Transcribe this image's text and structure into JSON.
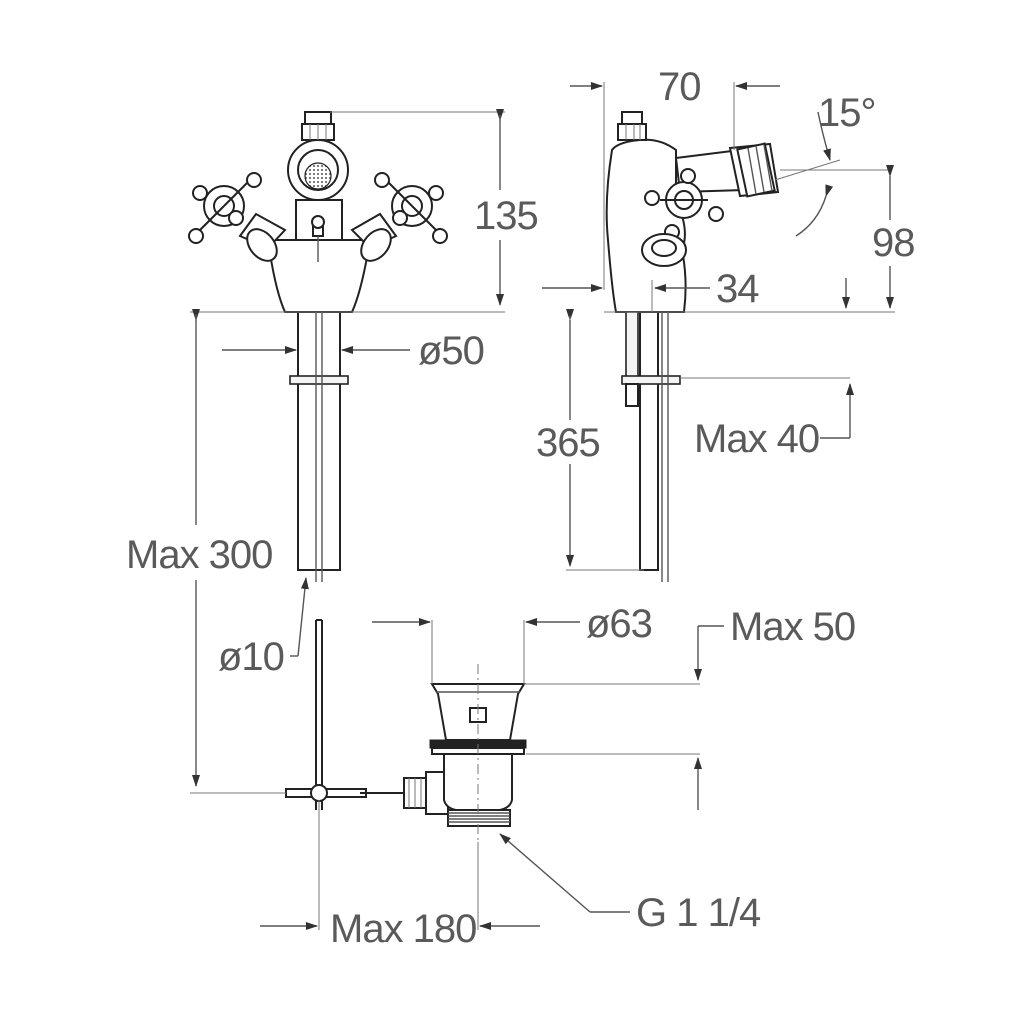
{
  "dimensions": {
    "height_total": "135",
    "body_diameter": "ø50",
    "pipe_diameter": "ø10",
    "max_300": "Max 300",
    "depth_70": "70",
    "angle": "15°",
    "spout_height": "98",
    "offset_34": "34",
    "shank_365": "365",
    "max_40": "Max 40",
    "waste_diameter": "ø63",
    "max_50": "Max 50",
    "max_180": "Max 180",
    "thread": "G 1 1/4"
  }
}
